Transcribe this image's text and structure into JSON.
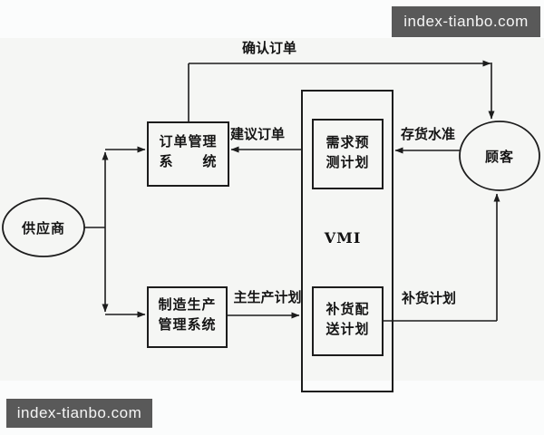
{
  "watermark": {
    "text": "index-tianbo.com"
  },
  "diagram": {
    "nodes": {
      "supplier": {
        "label": "供应商"
      },
      "customer": {
        "label": "顾客"
      },
      "order_system": {
        "line1": "订单管理",
        "line2": "系　　统"
      },
      "manufacturing_system": {
        "line1": "制造生产",
        "line2": "管理系统"
      },
      "vmi": {
        "label": "VMI"
      },
      "demand_forecast": {
        "line1": "需求预",
        "line2": "测计划"
      },
      "replenishment_delivery": {
        "line1": "补货配",
        "line2": "送计划"
      }
    },
    "edges": {
      "confirm_order": "确认订单",
      "suggested_order": "建议订单",
      "inventory_level": "存货水准",
      "master_production_plan": "主生产计划",
      "replenishment_plan": "补货计划"
    },
    "colors": {
      "line": "#1c1c1c",
      "background": "#f5f6f4",
      "watermark_bg": "#595959",
      "watermark_text": "#f5f5f5"
    }
  }
}
